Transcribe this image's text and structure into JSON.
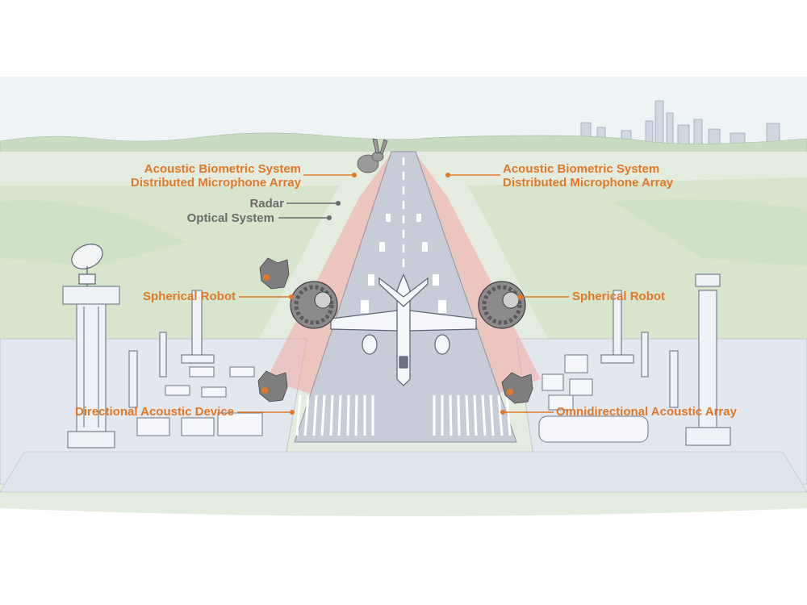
{
  "colors": {
    "callout_orange": "#e0782a",
    "callout_grey": "#6b6b6b",
    "sky": "#eef3f6",
    "grass": "#dde9d2",
    "runway": "#c7ccd6",
    "sensor_beam": "#f2a6a3"
  },
  "labels": {
    "acoustic_left_line1": "Acoustic Biometric System",
    "acoustic_left_line2": "Distributed Microphone Array",
    "acoustic_right_line1": "Acoustic Biometric System",
    "acoustic_right_line2": "Distributed Microphone Array",
    "radar": "Radar",
    "optical": "Optical System",
    "spherical_left": "Spherical Robot",
    "spherical_right": "Spherical Robot",
    "directional": "Directional Acoustic Device",
    "omnidirectional": "Omnidirectional Acoustic Array"
  },
  "icons": [
    "rabbit-icon",
    "wolf-head-icon",
    "spherical-robot-icon",
    "airplane-icon",
    "radar-dish-icon",
    "control-tower-icon"
  ]
}
